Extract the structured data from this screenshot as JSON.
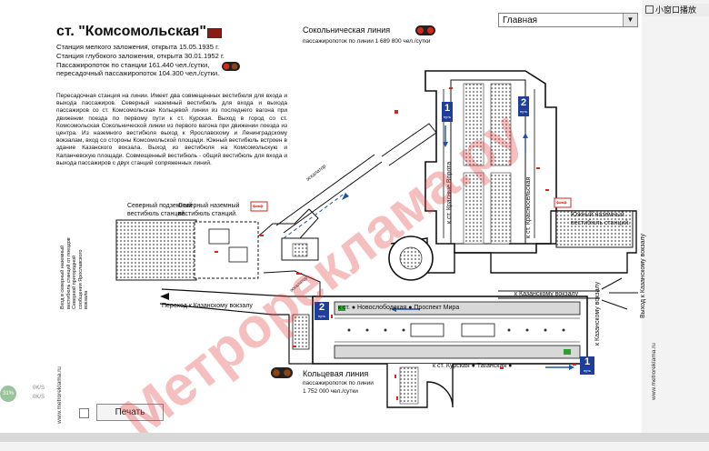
{
  "station": {
    "title": "ст. \"Комсомольская\"",
    "info_lines": [
      "Станция мелкого заложения, открыта 15.05.1935 г.",
      "Станция глубокого заложения, открыта 30.01.1952 г.",
      "Пассажиропоток по станции 161.440 чел./сутки,",
      "пересадочный пассажиропоток 104.300 чел./сутки."
    ],
    "description": "Пересадочная станция на линии. Имеет два совмещенных вестибюля для входа и выхода пассажиров. Северный наземный вестибюль для входа и выхода пассажиров со ст. Комсомольская Кольцевой линии из последнего вагона при движении поезда по первому пути к ст. Курская. Выход в город со ст. Комсомольская Сокольнической линии из первого вагона при движении поезда из центра. Из наземного вестибюля выход к Ярославскому и Ленинградскому вокзалам, вход со стороны Комсомольской площади. Южный вестибюль встроен в здание Казанского вокзала. Выход из вестибюля на Комсомольскую и Каланчевскую площади. Совмещенный вестибюль - общий вестибюль для входа и выхода пассажиров с двух станций сопряженных линий."
  },
  "lines": {
    "sokolnicheskaya": {
      "name": "Сокольническая линия",
      "flow": "пассажиропоток по линии  1 689 800 чел./сутки",
      "color": "#cc1f1a"
    },
    "koltsevaya": {
      "name": "Кольцевая линия",
      "flow1": "пассажиропоток по линии",
      "flow2": "1 752 000 чел./сутки",
      "color": "#7a3b12"
    }
  },
  "map_labels": {
    "north_underground": "Северный подземный вестибюль станций.",
    "north_ground": "Северный наземный вестибюль станций.",
    "south_ground": "Южный наземный вестибюль станций.",
    "to_kazansky_1": "к Казанскому вокзалу",
    "passage_kazansky": "Переход к Казанскому вокзалу",
    "exit_kazansky": "Выход к Казанскому вокзалу",
    "to_kazansky_vertical": "к Казанскому вокзалу",
    "exit_north_vertical": "Вход в северный наземный вестибюль станций от поездов Северной пригородной сообщения Ярославского вокзала",
    "krasnye_vorota": "к ст. Красные Ворота",
    "krasnoselskaya": "к ст. Красносельская",
    "ring_top": "к ст.  ● Новослободская  ● Проспект Мира",
    "ring_bottom": "к ст. Курская  ● Таганская ●",
    "escalator": "эскалатор",
    "track_1": "1",
    "track_2": "2",
    "track_word": "путь",
    "site_url": "www.metroreklama.ru",
    "watermark": "Метрореклама.ру"
  },
  "ui": {
    "select_value": "Главная",
    "mini_window": "小窗口播放",
    "print_button": "Печать",
    "side_lines": [
      "0K/S",
      "0K/S"
    ],
    "side_percent": "31%"
  }
}
